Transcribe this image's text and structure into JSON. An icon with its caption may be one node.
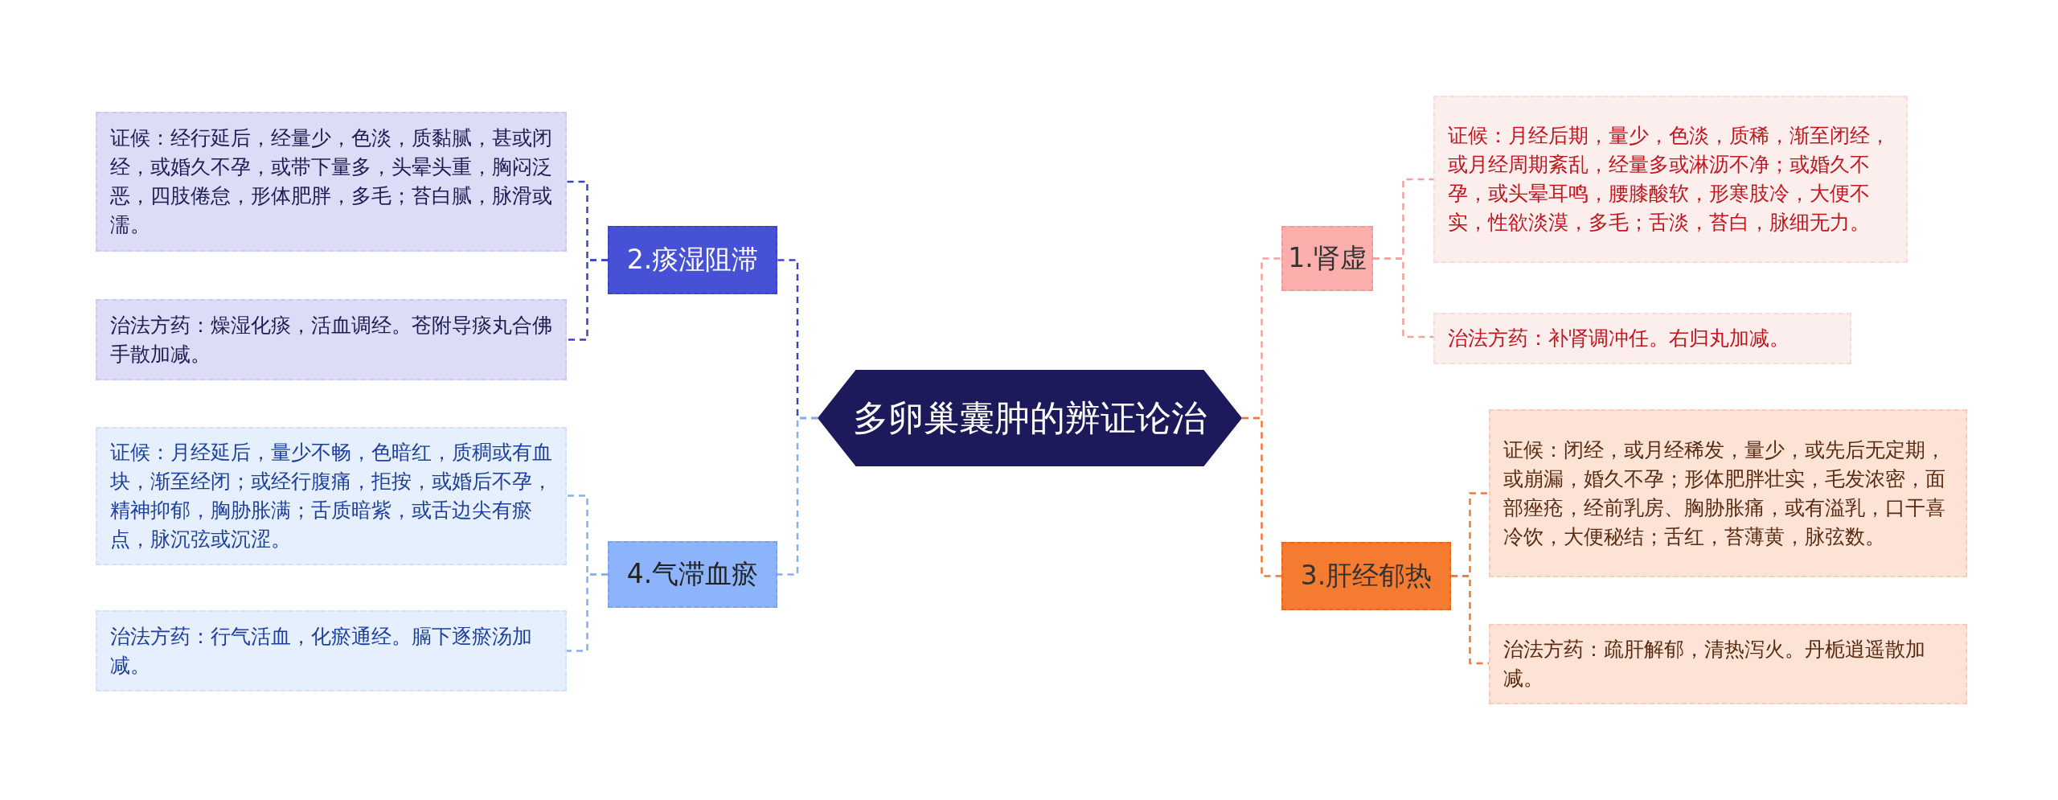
{
  "diagram": {
    "nodes": [
      {
        "text": [
          "多卵巢囊肿的辨证论治"
        ]
      },
      {
        "text": [
          "1.肾虚"
        ]
      },
      {
        "text": [
          "证候：月经后期，量少，色淡，质稀，渐至闭经，或月经周期紊乱，经量多或淋沥不净；或婚久不孕，或头晕耳鸣，腰膝酸软，形寒肢冷，大便不实，性欲淡漠，多毛；舌淡，苔白，脉细无力。"
        ]
      },
      {
        "text": [
          "治法方药：补肾调冲任。右归丸加减。"
        ]
      },
      {
        "text": [
          "2.痰湿阻滞"
        ]
      },
      {
        "text": [
          "证候：经行延后，经量少，色淡，质黏腻，甚或闭经，或婚久不孕，或带下量多，头晕头重，胸闷泛恶，四肢倦怠，形体肥胖，多毛；苔白腻，脉滑或濡。"
        ]
      },
      {
        "text": [
          "治法方药：燥湿化痰，活血调经。苍附导痰丸合佛手散加减。"
        ]
      },
      {
        "text": [
          "3.肝经郁热"
        ]
      },
      {
        "text": [
          "证候：闭经，或月经稀发，量少，或先后无定期，或崩漏，婚久不孕；形体肥胖壮实，毛发浓密，面部痤疮，经前乳房、胸胁胀痛，或有溢乳，口干喜冷饮，大便秘结；舌红，苔薄黄，脉弦数。"
        ]
      },
      {
        "text": [
          "治法方药：疏肝解郁，清热泻火。丹栀逍遥散加减。"
        ]
      },
      {
        "text": [
          "4.气滞血瘀"
        ]
      },
      {
        "text": [
          "证候：月经延后，量少不畅，色暗红，质稠或有血块，渐至经闭；或经行腹痛，拒按，或婚后不孕，精神抑郁，胸胁胀满；舌质暗紫，或舌边尖有瘀点，脉沉弦或沉涩。"
        ]
      },
      {
        "text": [
          "治法方药：行气活血，化瘀通经。膈下逐瘀汤加减。"
        ]
      }
    ],
    "edges": [
      {
        "from": 0,
        "to": 1,
        "arrow": "none",
        "style": "dashed",
        "color": "#f4a0a0"
      },
      {
        "from": 1,
        "to": 2,
        "arrow": "none",
        "style": "dashed",
        "color": "#f4a0a0"
      },
      {
        "from": 1,
        "to": 3,
        "arrow": "none",
        "style": "dashed",
        "color": "#f4a0a0"
      },
      {
        "from": 0,
        "to": 4,
        "arrow": "none",
        "style": "dashed",
        "color": "#3a45c6"
      },
      {
        "from": 4,
        "to": 5,
        "arrow": "none",
        "style": "dashed",
        "color": "#3a45c6"
      },
      {
        "from": 4,
        "to": 6,
        "arrow": "none",
        "style": "dashed",
        "color": "#3a45c6"
      },
      {
        "from": 0,
        "to": 7,
        "arrow": "none",
        "style": "dashed",
        "color": "#ee7a35"
      },
      {
        "from": 7,
        "to": 8,
        "arrow": "none",
        "style": "dashed",
        "color": "#ee7a35"
      },
      {
        "from": 7,
        "to": 9,
        "arrow": "none",
        "style": "dashed",
        "color": "#ee7a35"
      },
      {
        "from": 0,
        "to": 10,
        "arrow": "none",
        "style": "dashed",
        "color": "#86aef2"
      },
      {
        "from": 10,
        "to": 11,
        "arrow": "none",
        "style": "dashed",
        "color": "#86aef2"
      },
      {
        "from": 10,
        "to": 12,
        "arrow": "none",
        "style": "dashed",
        "color": "#86aef2"
      }
    ]
  }
}
